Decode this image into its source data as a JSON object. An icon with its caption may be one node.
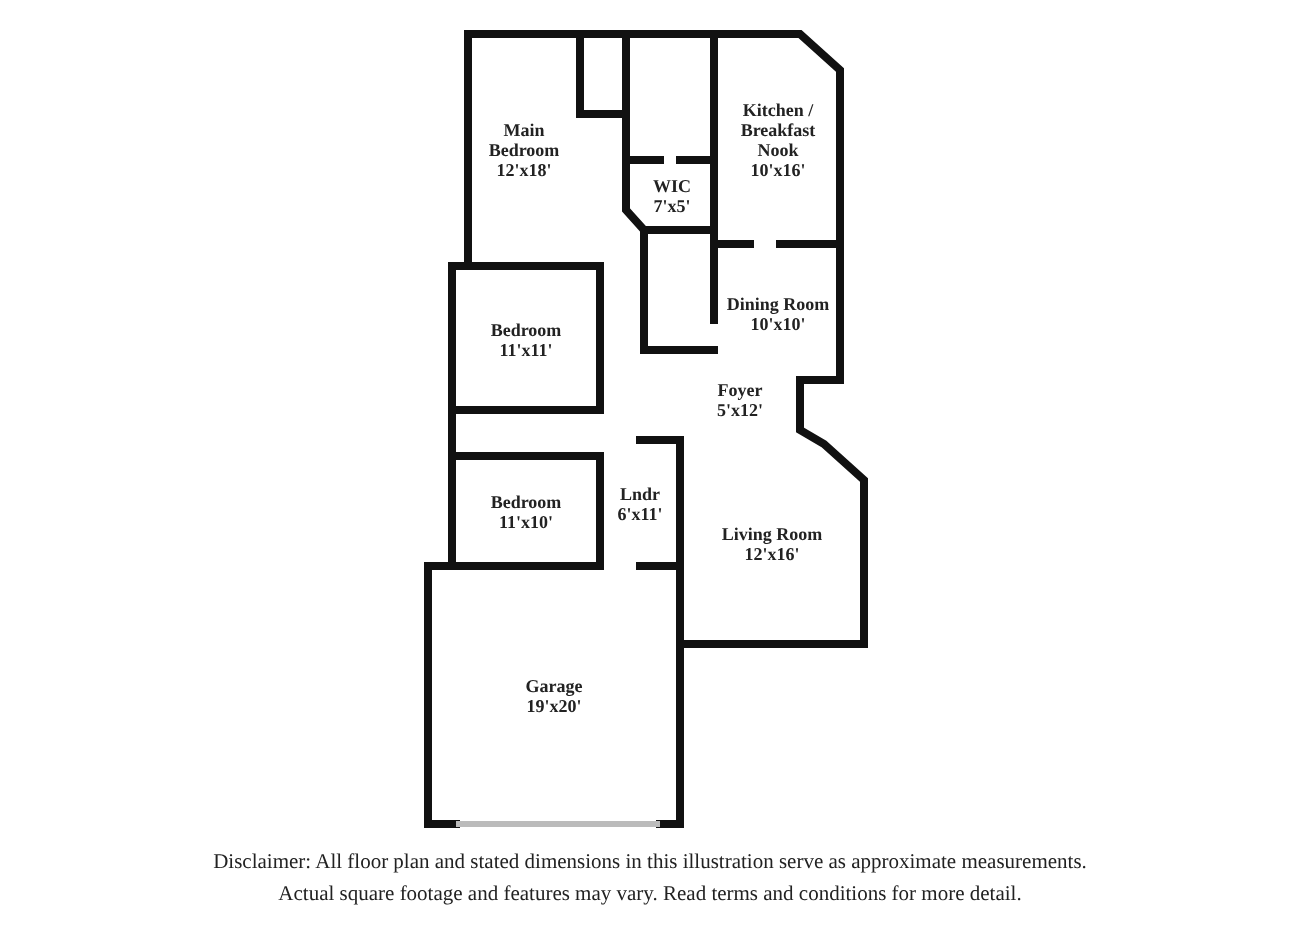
{
  "diagram": {
    "nodes": [
      {
        "text": [
          "Main Bedroom",
          "12'x18'"
        ]
      },
      {
        "text": [
          "Kitchen / Breakfast Nook",
          "10'x16'"
        ]
      },
      {
        "text": [
          "WIC",
          "7'x5'"
        ]
      },
      {
        "text": [
          "Bedroom",
          "11'x11'"
        ]
      },
      {
        "text": [
          "Dining Room",
          "10'x10'"
        ]
      },
      {
        "text": [
          "Foyer",
          "5'x12'"
        ]
      },
      {
        "text": [
          "Bedroom",
          "11'x10'"
        ]
      },
      {
        "text": [
          "Lndr",
          "6'x11'"
        ]
      },
      {
        "text": [
          "Living Room",
          "12'x16'"
        ]
      },
      {
        "text": [
          "Garage",
          "19'x20'"
        ]
      }
    ],
    "labels": [
      "Disclaimer: All floor plan and stated dimensions in this illustration serve as approximate measurements.",
      "Actual square footage and features may vary. Read terms and conditions for more detail."
    ]
  }
}
